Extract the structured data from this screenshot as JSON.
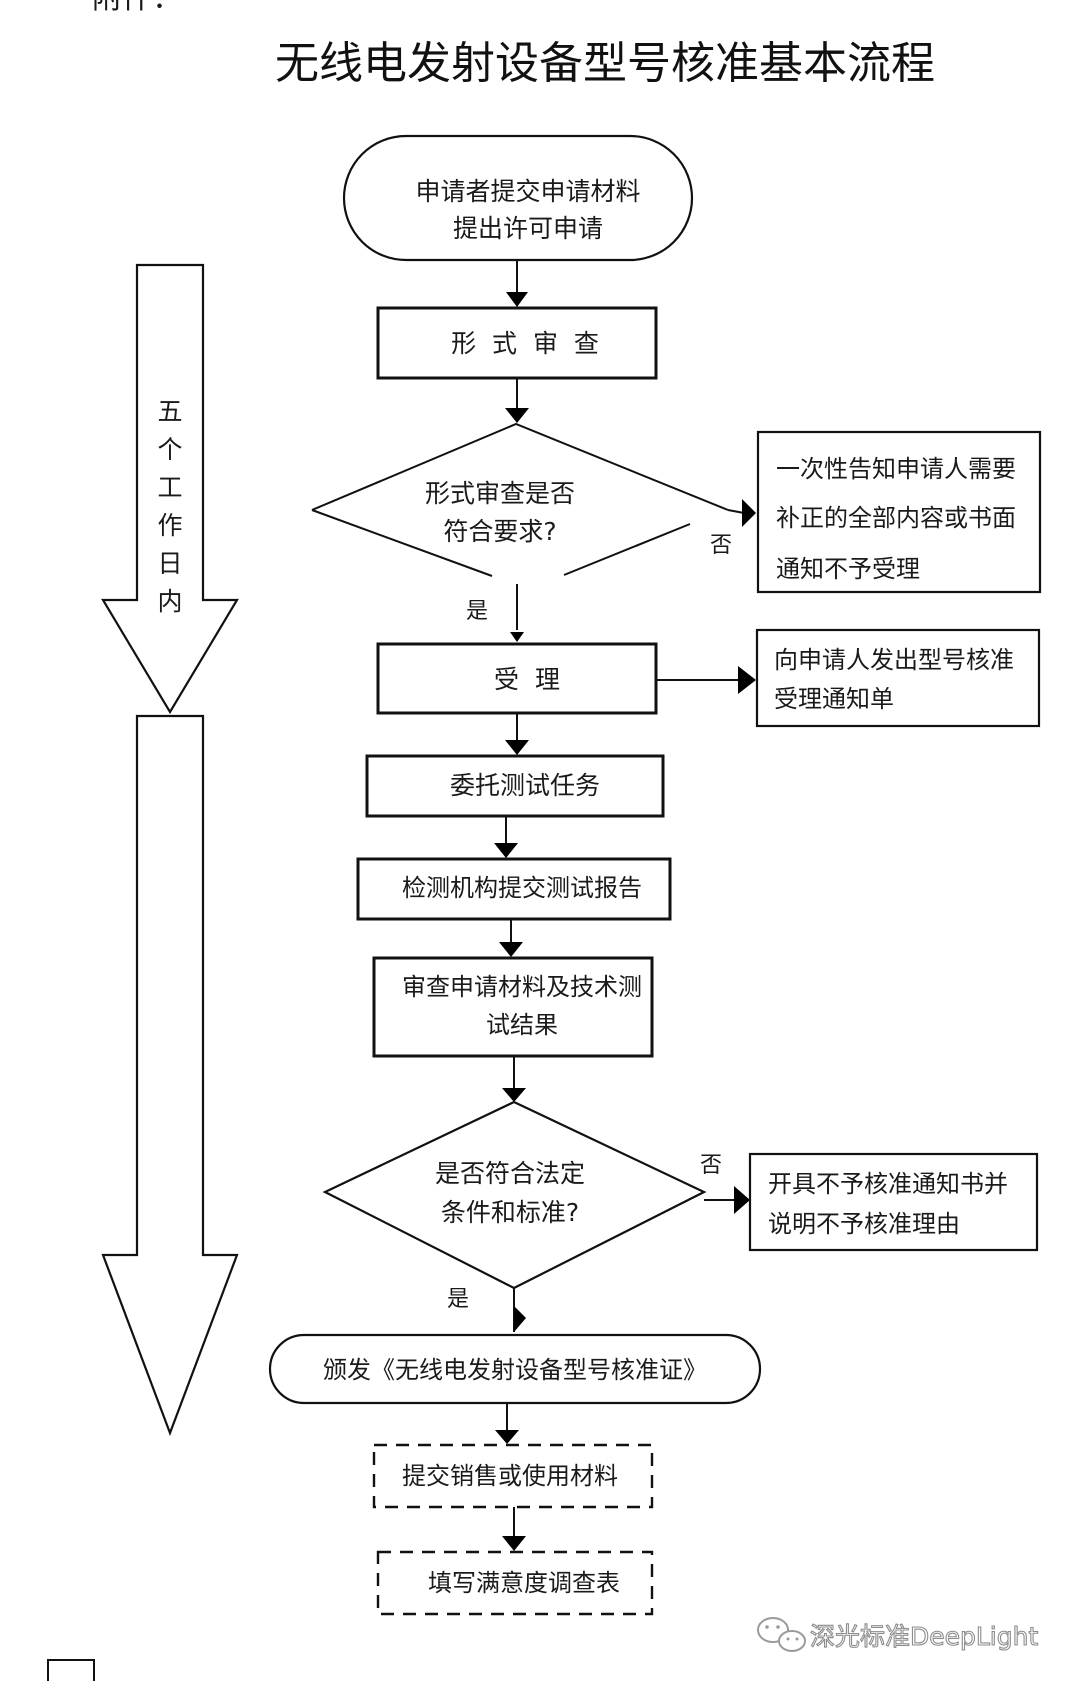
{
  "header_fragment": "附件：",
  "title": "无线电发射设备型号核准基本流程",
  "timeline_label": [
    "五",
    "个",
    "工",
    "作",
    "日",
    "内"
  ],
  "start": [
    "申请者提交申请材料",
    "提出许可申请"
  ],
  "form_review": "形  式  审  查",
  "decision1": [
    "形式审查是否",
    "符合要求?"
  ],
  "no_label_1": "否",
  "yes_label_1": "是",
  "reject1": [
    "一次性告知申请人需要",
    "补正的全部内容或书面",
    "通知不予受理"
  ],
  "accept": "受  理",
  "accept_notice": [
    "向申请人发出型号核准",
    "受理通知单"
  ],
  "entrust": "委托测试任务",
  "report": "检测机构提交测试报告",
  "review_results": [
    "审查申请材料及技术测",
    "试结果"
  ],
  "decision2": [
    "是否符合法定",
    "条件和标准?"
  ],
  "no_label_2": "否",
  "yes_label_2": "是",
  "reject2": [
    "开具不予核准通知书并",
    "说明不予核准理由"
  ],
  "issue": "颁发《无线电发射设备型号核准证》",
  "submit_sales": "提交销售或使用材料",
  "survey": "填写满意度调查表",
  "watermark": "深光标准DeepLight"
}
